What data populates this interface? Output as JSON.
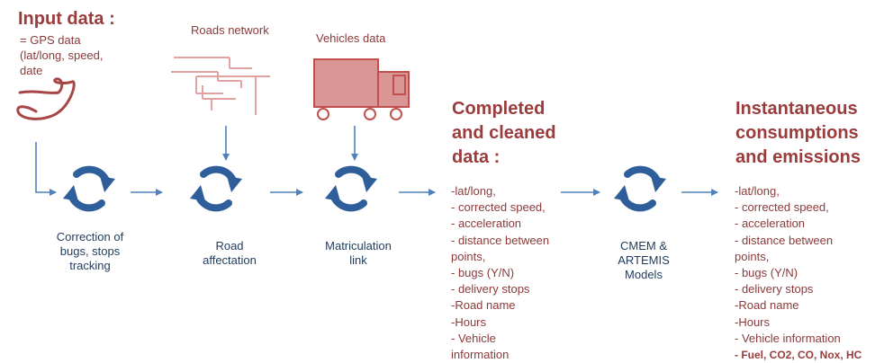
{
  "input": {
    "title": "Input data :",
    "description": [
      "= GPS data",
      "(lat/long, speed,",
      "date"
    ]
  },
  "sources": {
    "roads": "Roads network",
    "vehicles": "Vehicles data"
  },
  "steps": [
    {
      "lines": [
        "Correction of",
        "bugs,  stops",
        "tracking"
      ]
    },
    {
      "lines": [
        "Road",
        "affectation"
      ]
    },
    {
      "lines": [
        "Matriculation",
        "link"
      ]
    },
    {
      "lines": [
        "CMEM &",
        "ARTEMIS",
        "Models"
      ]
    }
  ],
  "completed": {
    "title": [
      "Completed",
      "and cleaned",
      "data :"
    ],
    "items": [
      "-lat/long,",
      "- corrected speed,",
      "- acceleration",
      "- distance between",
      "points,",
      "- bugs (Y/N)",
      "- delivery stops",
      "-Road name",
      "-Hours",
      "- Vehicle",
      "information"
    ]
  },
  "output": {
    "title": [
      "Instantaneous",
      "consumptions",
      "and emissions"
    ],
    "items": [
      "-lat/long,",
      "- corrected speed,",
      "- acceleration",
      "- distance between",
      "points,",
      "- bugs (Y/N)",
      "- delivery stops",
      "-Road name",
      "-Hours",
      "- Vehicle information"
    ],
    "final_item": "- Fuel, CO2, CO, Nox, HC"
  },
  "colors": {
    "text_red": "#8b3a3a",
    "cycle_blue": "#2f5f9b",
    "arrow_blue": "#4f81bd",
    "truck_fill": "#d99694",
    "truck_stroke": "#c0504d"
  }
}
